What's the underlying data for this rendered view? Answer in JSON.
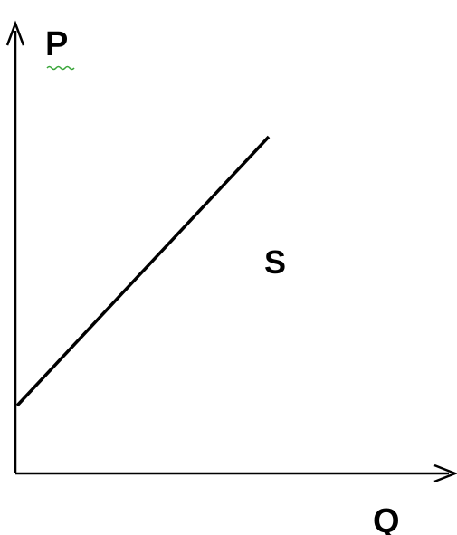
{
  "diagram": {
    "y_axis_label": "P",
    "x_axis_label": "Q",
    "curve_label": "S",
    "colors": {
      "line": "#000000",
      "spellcheck_underline": "#3aa63a",
      "background": "#ffffff"
    }
  }
}
